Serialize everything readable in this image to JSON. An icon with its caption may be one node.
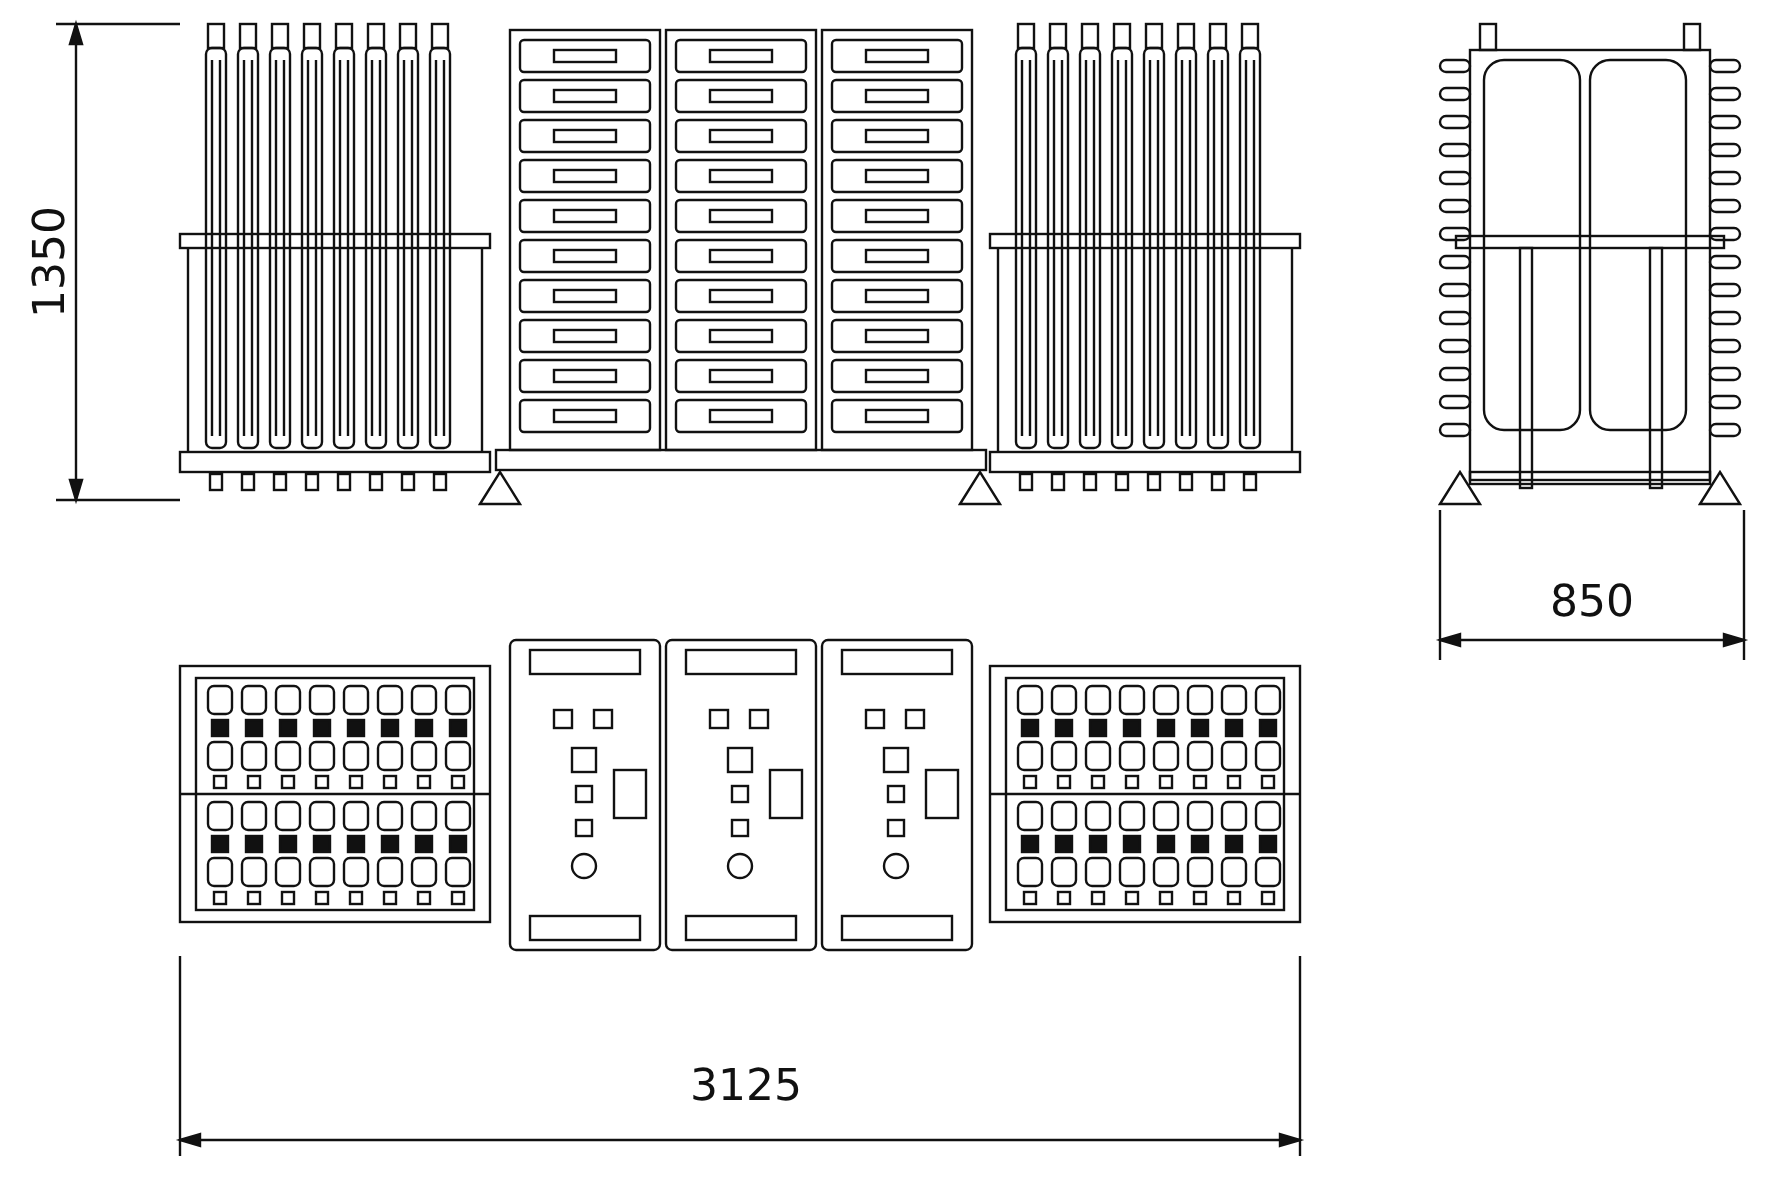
{
  "diagram": {
    "labels": [
      "1350",
      "850",
      "3125"
    ]
  }
}
